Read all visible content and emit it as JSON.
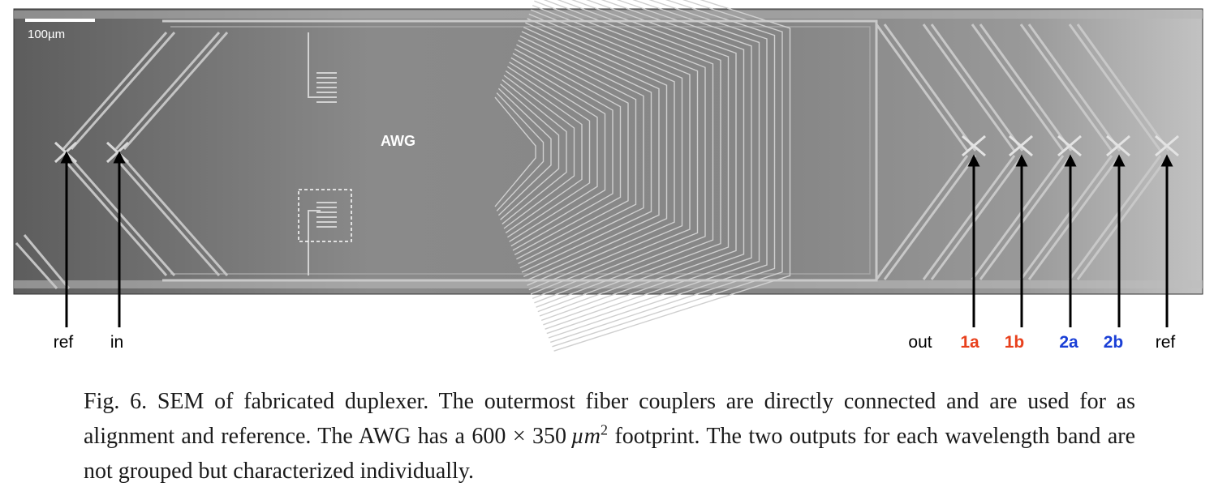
{
  "figure": {
    "scale_bar_label": "100µm",
    "awg_label": "AWG",
    "ports": [
      {
        "label": "ref",
        "color": "#000000",
        "bold": false
      },
      {
        "label": "in",
        "color": "#000000",
        "bold": false
      },
      {
        "label": "out",
        "color": "#000000",
        "bold": false
      },
      {
        "label": "1a",
        "color": "#e8401c",
        "bold": true
      },
      {
        "label": "1b",
        "color": "#e8401c",
        "bold": true
      },
      {
        "label": "2a",
        "color": "#1a3fd6",
        "bold": true
      },
      {
        "label": "2b",
        "color": "#1a3fd6",
        "bold": true
      },
      {
        "label": "ref",
        "color": "#000000",
        "bold": false
      }
    ]
  },
  "caption": {
    "prefix": "Fig. 6. SEM of fabricated duplexer. The outermost fiber couplers are directly connected and are used for as alignment and reference. The AWG has a 600 × 350",
    "unit_base": "µm",
    "unit_exponent": "2",
    "suffix": "footprint. The two outputs for each wavelength band are not grouped but characterized individually."
  }
}
